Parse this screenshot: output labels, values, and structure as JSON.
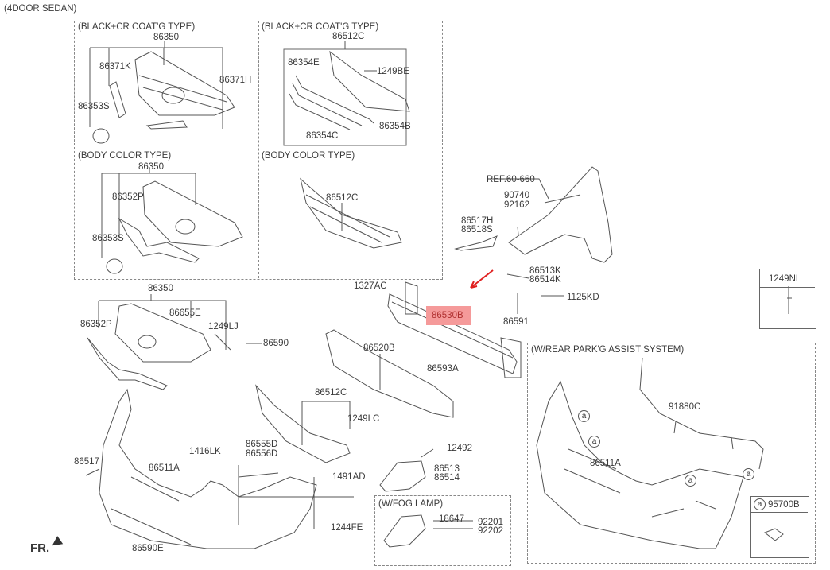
{
  "title": "(4DOOR SEDAN)",
  "panels": {
    "grille_black_cr": {
      "title": "(BLACK+CR COAT'G TYPE)",
      "parts": [
        "86350",
        "86371K",
        "86371H",
        "86353S"
      ]
    },
    "lower_grille_black_cr": {
      "title": "(BLACK+CR COAT'G TYPE)",
      "parts": [
        "86512C",
        "86354E",
        "1249BE",
        "86354B",
        "86354C"
      ]
    },
    "grille_body_color": {
      "title": "(BODY COLOR TYPE)",
      "parts": [
        "86350",
        "86352P",
        "86353S"
      ]
    },
    "lower_grille_body_color": {
      "title": "(BODY COLOR TYPE)",
      "parts": [
        "86512C"
      ]
    }
  },
  "fender": {
    "ref": "REF.60-660",
    "parts": [
      "90740",
      "92162",
      "86517H",
      "86518S",
      "86513K",
      "86514K",
      "1125KD",
      "86591"
    ]
  },
  "legend_box": {
    "part": "1249NL"
  },
  "main": {
    "parts": [
      "1327AC",
      "86530B",
      "86520B",
      "86593A",
      "86350",
      "86655E",
      "86352P",
      "1249LJ",
      "86590",
      "86512C",
      "1249LC",
      "12492",
      "86513",
      "86514",
      "1416LK",
      "86555D",
      "86556D",
      "86517",
      "86511A",
      "1491AD",
      "1244FE",
      "86590E"
    ],
    "highlighted_part": "86530B",
    "direction_label": "FR."
  },
  "fog_lamp": {
    "title": "(W/FOG LAMP)",
    "parts": [
      "18647",
      "92201",
      "92202"
    ]
  },
  "rear_park": {
    "title": "(W/REAR PARK'G ASSIST SYSTEM)",
    "parts": [
      "91880C",
      "86511A"
    ],
    "callout": "a",
    "sensor_part": "95700B"
  },
  "colors": {
    "highlight": "#f59a9a",
    "arrow": "#e02020"
  }
}
